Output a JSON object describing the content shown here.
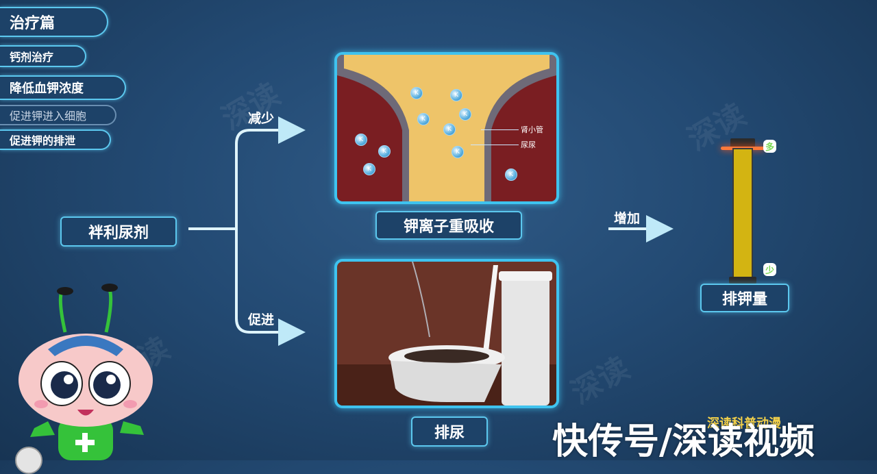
{
  "menu": {
    "title": "治疗篇",
    "items": [
      {
        "label": "钙剂治疗",
        "active": false
      },
      {
        "label": "降低血钾浓度",
        "active": true
      },
      {
        "label": "促进钾进入细胞",
        "active": false
      },
      {
        "label": "促进钾的排泄",
        "active": false
      }
    ]
  },
  "diagram": {
    "drug": "袢利尿剂",
    "branch_top": "减少",
    "branch_bottom": "促进",
    "top_caption": "钾离子重吸收",
    "bottom_caption": "排尿",
    "tubule_label": "肾小管",
    "urine_label": "尿尿",
    "ion_symbol": "K",
    "increase_label": "增加",
    "gauge_caption": "排钾量",
    "gauge_high": "多",
    "gauge_low": "少"
  },
  "watermark": {
    "channel_text": "快传号/深读视频",
    "logo_text": "深读科普动漫"
  },
  "colors": {
    "accent": "#3fc3ef",
    "gauge_fill": "#d3b412",
    "tubule_wall": "#7a1e22",
    "lumen": "#eec469"
  }
}
